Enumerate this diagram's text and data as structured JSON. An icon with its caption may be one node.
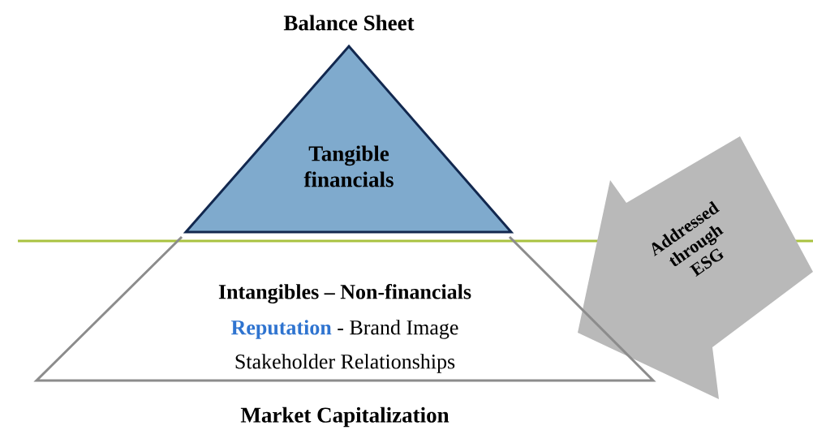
{
  "diagram": {
    "nodes": [
      {
        "text": [
          "Balance Sheet",
          "Tangible financials"
        ]
      },
      {
        "text": [
          "Addressed through ESG"
        ]
      },
      {
        "text": [
          "Intangibles – Non-financials",
          "**Reputation** - Brand Image",
          "Stakeholder Relationships",
          "Market Capitalization"
        ]
      }
    ]
  }
}
